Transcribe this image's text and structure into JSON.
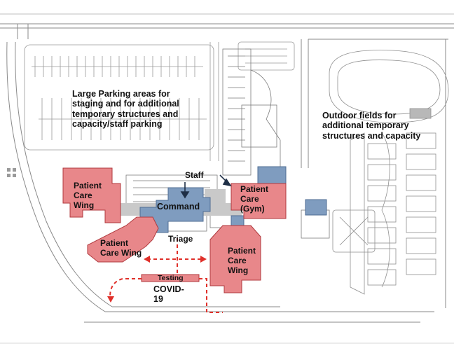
{
  "colors": {
    "patient_care": "#e8878a",
    "patient_care_stroke": "#b03a3e",
    "command": "#7f9cbf",
    "command_stroke": "#4f6d93",
    "route": "#e0302a",
    "linework": "#8a8a8a",
    "paving": "#c9c9c9"
  },
  "labels": {
    "parking_line1": "Large Parking areas for",
    "parking_line2": "staging and for additional",
    "parking_line3": "temporary structures and",
    "parking_line4": "capacity/staff parking",
    "fields_line1": "Outdoor fields for",
    "fields_line2": "additional temporary",
    "fields_line3": "structures and capacity",
    "staff": "Staff",
    "command": "Command",
    "triage": "Triage",
    "testing": "Testing",
    "covid_line1": "COVID-",
    "covid_line2": "19",
    "wing_nw_line1": "Patient",
    "wing_nw_line2": "Care",
    "wing_nw_line3": "Wing",
    "wing_gym_line1": "Patient",
    "wing_gym_line2": "Care",
    "wing_gym_line3": "(Gym)",
    "wing_sw_line1": "Patient",
    "wing_sw_line2": "Care Wing",
    "wing_se_line1": "Patient",
    "wing_se_line2": "Care",
    "wing_se_line3": "Wing"
  }
}
